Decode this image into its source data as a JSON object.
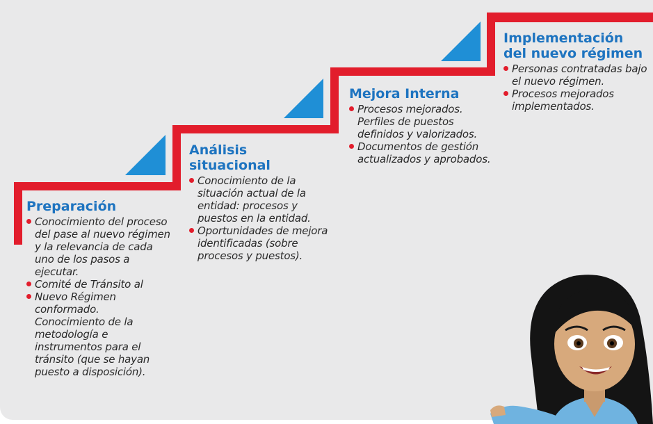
{
  "steps": [
    {
      "title": "Preparación",
      "items": [
        "Conocimiento del proceso del pase al nuevo régimen y la relevancia de cada uno de los pasos a ejecutar.",
        "Comité de Tránsito al",
        "Nuevo Régimen conformado. Conocimiento de la metodología e instrumentos para el tránsito (que se hayan puesto a disposición)."
      ]
    },
    {
      "title": "Análisis situacional",
      "items": [
        "Conocimiento de la situación actual de la entidad: procesos y puestos en la entidad.",
        "Oportunidades de mejora identificadas (sobre procesos y puestos)."
      ]
    },
    {
      "title": "Mejora Interna",
      "items": [
        "Procesos mejorados. Perfiles de puestos definidos y valorizados.",
        "Documentos de gestión actualizados y aprobados."
      ]
    },
    {
      "title": "Implementación del nuevo régimen",
      "items": [
        "Personas contratadas bajo el nuevo régimen.",
        "Procesos mejorados implementados."
      ]
    }
  ],
  "colors": {
    "stair_red": "#e21d2c",
    "triangle_blue": "#1f8fd6",
    "title_blue": "#1e74c0",
    "panel_gray": "#e9e9ea"
  },
  "icons": {
    "character": "woman-avatar-pointing"
  }
}
